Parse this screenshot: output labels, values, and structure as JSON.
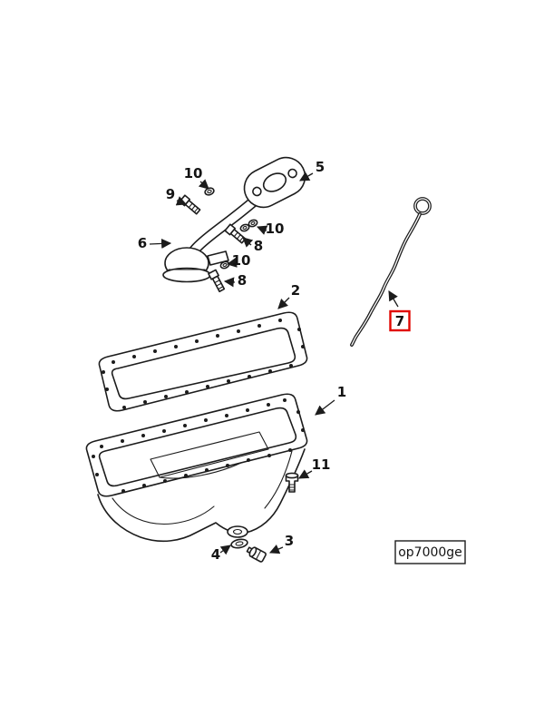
{
  "diagram": {
    "type": "exploded-parts-diagram",
    "subject": "engine oil pan assembly",
    "code_label": "op7000ge",
    "highlight_color": "#e10600",
    "line_color": "#1c1c1c",
    "callouts": [
      {
        "id": "callout-10-flange-washer",
        "label": "10",
        "highlighted": false
      },
      {
        "id": "callout-9-flange-bolt",
        "label": "9",
        "highlighted": false
      },
      {
        "id": "callout-5-mounting-flange",
        "label": "5",
        "highlighted": false
      },
      {
        "id": "callout-6-suction-tube",
        "label": "6",
        "highlighted": false
      },
      {
        "id": "callout-10-bracket-washer-upper",
        "label": "10",
        "highlighted": false
      },
      {
        "id": "callout-8-bracket-bolt-upper",
        "label": "8",
        "highlighted": false
      },
      {
        "id": "callout-10-bracket-washer-lower",
        "label": "10",
        "highlighted": false
      },
      {
        "id": "callout-8-bracket-bolt-lower",
        "label": "8",
        "highlighted": false
      },
      {
        "id": "callout-2-gasket",
        "label": "2",
        "highlighted": false
      },
      {
        "id": "callout-7-dipstick",
        "label": "7",
        "highlighted": true
      },
      {
        "id": "callout-1-oil-pan",
        "label": "1",
        "highlighted": false
      },
      {
        "id": "callout-11-plug",
        "label": "11",
        "highlighted": false
      },
      {
        "id": "callout-3-drain-plug",
        "label": "3",
        "highlighted": false
      },
      {
        "id": "callout-4-drain-washer",
        "label": "4",
        "highlighted": false
      }
    ]
  }
}
